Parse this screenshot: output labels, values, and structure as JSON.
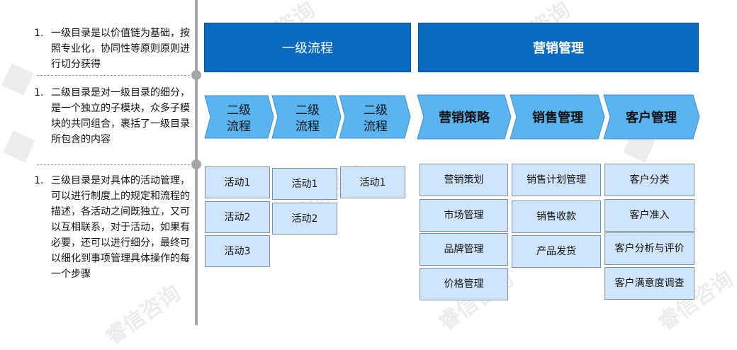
{
  "notes": [
    {
      "num": "1.",
      "text": "一级目录是以价值链为基础，按照专业化，协同性等原则原则进行切分获得"
    },
    {
      "num": "1.",
      "text": "二级目录是对一级目录的细分，是一个独立的子模块，众多子模块的共同组合，裹括了一级目录所包含的内容"
    },
    {
      "num": "1.",
      "text": "三级目录是对具体的活动管理，可以进行制度上的规定和流程的描述，各活动之间既独立，又可以互相联系，对于活动，如果有必要，还可以进行细分，最终可以细化到事项管理具体操作的每一个步骤"
    }
  ],
  "level1": {
    "left": "一级流程",
    "right": "营销管理"
  },
  "level2": {
    "left": [
      {
        "line1": "二级",
        "line2": "流程"
      },
      {
        "line1": "二级",
        "line2": "流程"
      },
      {
        "line1": "二级",
        "line2": "流程"
      }
    ],
    "right": [
      "营销策略",
      "销售管理",
      "客户管理"
    ]
  },
  "level3": {
    "col1": [
      "活动1",
      "活动2",
      "活动3"
    ],
    "col2": [
      "活动1",
      "活动2"
    ],
    "col3": [
      "活动1"
    ],
    "col4": [
      "营销策划",
      "市场管理",
      "品牌管理",
      "价格管理"
    ],
    "col5": [
      "销售计划管理",
      "销售收款",
      "产品发货"
    ],
    "col6": [
      "客户分类",
      "客户准入",
      "客户分析与评价",
      "客户满意度调查"
    ]
  },
  "watermark": "睿信咨询",
  "colors": {
    "level1": "#0a6ac0",
    "chevron": "#5ab4f0",
    "activity": "#cfe5fb",
    "timeline": "#a6a6a6"
  }
}
